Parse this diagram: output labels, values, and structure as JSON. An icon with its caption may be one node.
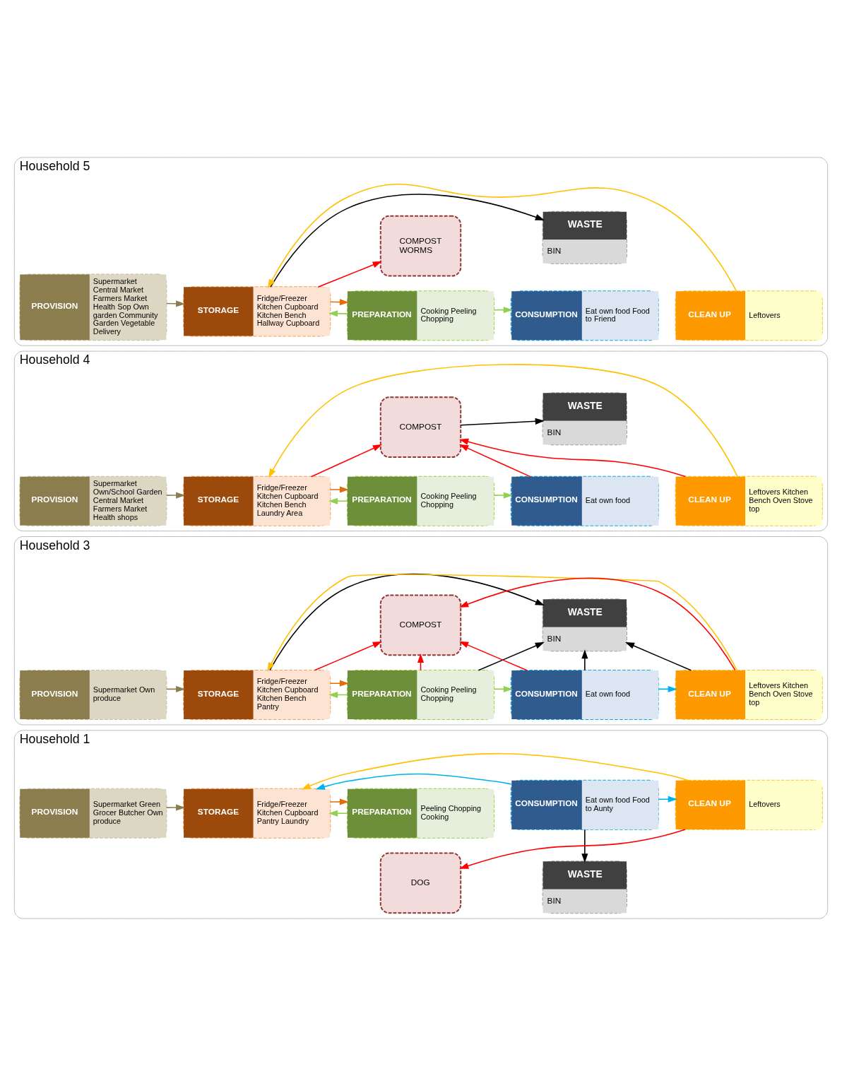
{
  "diagram": {
    "nodes": [
      {
        "text": [
          "Household 1"
        ]
      },
      {
        "text": [
          "PROVISION",
          "Supermarket Green Grocer Butcher Own produce"
        ],
        "in": 0
      },
      {
        "text": [
          "STORAGE",
          "Fridge/Freezer Kitchen Cupboard Pantry Laundry"
        ],
        "in": 0
      },
      {
        "text": [
          "PREPARATION",
          "Peeling Chopping Cooking"
        ],
        "in": 0
      },
      {
        "text": [
          "CONSUMPTION",
          "Eat own food Food to Aunty"
        ],
        "in": 0
      },
      {
        "text": [
          "CLEAN UP",
          "Leftovers"
        ],
        "in": 0
      },
      {
        "text": [
          "DOG"
        ],
        "in": 0
      },
      {
        "text": [
          "WASTE",
          "BIN"
        ],
        "in": 0
      },
      {
        "text": [
          "Household 3"
        ]
      },
      {
        "text": [
          "PROVISION",
          "Supermarket Own produce"
        ],
        "in": 8
      },
      {
        "text": [
          "STORAGE",
          "Fridge/Freezer Kitchen Cupboard Kitchen Bench Pantry"
        ],
        "in": 8
      },
      {
        "text": [
          "PREPARATION",
          "Cooking Peeling Chopping"
        ],
        "in": 8
      },
      {
        "text": [
          "CONSUMPTION",
          "Eat own food"
        ],
        "in": 8
      },
      {
        "text": [
          "CLEAN UP",
          "Leftovers Kitchen Bench Oven Stove top"
        ],
        "in": 8
      },
      {
        "text": [
          "COMPOST"
        ],
        "in": 8
      },
      {
        "text": [
          "WASTE",
          "BIN"
        ],
        "in": 8
      },
      {
        "text": [
          "Household 4"
        ]
      },
      {
        "text": [
          "PROVISION",
          "Supermarket Own/School Garden Central Market Farmers Market Health shops"
        ],
        "in": 16
      },
      {
        "text": [
          "STORAGE",
          "Fridge/Freezer Kitchen Cupboard Kitchen Bench Laundry Area"
        ],
        "in": 16
      },
      {
        "text": [
          "PREPARATION",
          "Cooking Peeling Chopping"
        ],
        "in": 16
      },
      {
        "text": [
          "CONSUMPTION",
          "Eat own food"
        ],
        "in": 16
      },
      {
        "text": [
          "CLEAN UP",
          "Leftovers Kitchen Bench Oven Stove top"
        ],
        "in": 16
      },
      {
        "text": [
          "COMPOST"
        ],
        "in": 16
      },
      {
        "text": [
          "WASTE",
          "BIN"
        ],
        "in": 16
      },
      {
        "text": [
          "Household 5"
        ]
      },
      {
        "text": [
          "PROVISION",
          "Supermarket Central Market Farmers Market Health Sop Own garden Community Garden Vegetable Delivery"
        ],
        "in": 24
      },
      {
        "text": [
          "STORAGE",
          "Fridge/Freezer Kitchen Cupboard Kitchen Bench Hallway Cupboard"
        ],
        "in": 24
      },
      {
        "text": [
          "PREPARATION",
          "Cooking Peeling Chopping"
        ],
        "in": 24
      },
      {
        "text": [
          "CONSUMPTION",
          "Eat own food Food to Friend"
        ],
        "in": 24
      },
      {
        "text": [
          "CLEAN UP",
          "Leftovers"
        ],
        "in": 24
      },
      {
        "text": [
          "COMPOST WORMS"
        ],
        "in": 24
      },
      {
        "text": [
          "WASTE",
          "BIN"
        ],
        "in": 24
      }
    ],
    "edges": [
      {
        "from": 1,
        "to": 2,
        "arrow": "to",
        "color": "#8b7d4e"
      },
      {
        "from": 3,
        "to": 2,
        "arrow": "to",
        "color": "#92d050"
      },
      {
        "from": 5,
        "to": 2,
        "arrow": "to",
        "color": "#ffc000"
      },
      {
        "from": 2,
        "to": 3,
        "arrow": "to",
        "color": "#e36c0a"
      },
      {
        "from": 4,
        "to": 2,
        "arrow": "to",
        "color": "#00b0f0"
      },
      {
        "from": 4,
        "to": 5,
        "arrow": "to",
        "color": "#00b0f0"
      },
      {
        "from": 4,
        "to": 7,
        "arrow": "to",
        "color": "#000000"
      },
      {
        "from": 5,
        "to": 6,
        "arrow": "to",
        "color": "#ff0000"
      },
      {
        "from": 9,
        "to": 10,
        "arrow": "to",
        "color": "#8b7d4e"
      },
      {
        "from": 13,
        "to": 10,
        "arrow": "to",
        "color": "#ffc000"
      },
      {
        "from": 11,
        "to": 10,
        "arrow": "to",
        "color": "#92d050"
      },
      {
        "from": 10,
        "to": 11,
        "arrow": "to",
        "color": "#e36c0a"
      },
      {
        "from": 11,
        "to": 12,
        "arrow": "to",
        "color": "#92d050"
      },
      {
        "from": 12,
        "to": 13,
        "arrow": "to",
        "color": "#00b0f0"
      },
      {
        "from": 10,
        "to": 14,
        "arrow": "to",
        "color": "#ff0000"
      },
      {
        "from": 10,
        "to": 15,
        "arrow": "to",
        "color": "#000000"
      },
      {
        "from": 11,
        "to": 14,
        "arrow": "to",
        "color": "#ff0000"
      },
      {
        "from": 11,
        "to": 15,
        "arrow": "to",
        "color": "#000000"
      },
      {
        "from": 12,
        "to": 14,
        "arrow": "to",
        "color": "#ff0000"
      },
      {
        "from": 12,
        "to": 15,
        "arrow": "to",
        "color": "#000000"
      },
      {
        "from": 13,
        "to": 14,
        "arrow": "to",
        "color": "#ff0000"
      },
      {
        "from": 13,
        "to": 15,
        "arrow": "to",
        "color": "#000000"
      },
      {
        "from": 17,
        "to": 18,
        "arrow": "to",
        "color": "#8b7d4e"
      },
      {
        "from": 21,
        "to": 18,
        "arrow": "to",
        "color": "#ffc000"
      },
      {
        "from": 19,
        "to": 18,
        "arrow": "to",
        "color": "#92d050"
      },
      {
        "from": 18,
        "to": 19,
        "arrow": "to",
        "color": "#e36c0a"
      },
      {
        "from": 19,
        "to": 20,
        "arrow": "to",
        "color": "#92d050"
      },
      {
        "from": 18,
        "to": 22,
        "arrow": "to",
        "color": "#ff0000"
      },
      {
        "from": 20,
        "to": 22,
        "arrow": "to",
        "color": "#ff0000"
      },
      {
        "from": 21,
        "to": 22,
        "arrow": "to",
        "color": "#ff0000"
      },
      {
        "from": 22,
        "to": 23,
        "arrow": "to",
        "color": "#000000"
      },
      {
        "from": 25,
        "to": 26,
        "arrow": "to",
        "color": "#8b7d4e"
      },
      {
        "from": 27,
        "to": 26,
        "arrow": "to",
        "color": "#92d050"
      },
      {
        "from": 29,
        "to": 26,
        "arrow": "to",
        "color": "#ffc000"
      },
      {
        "from": 26,
        "to": 27,
        "arrow": "to",
        "color": "#e36c0a"
      },
      {
        "from": 27,
        "to": 28,
        "arrow": "to",
        "color": "#92d050"
      },
      {
        "from": 26,
        "to": 30,
        "arrow": "to",
        "color": "#ff0000"
      },
      {
        "from": 26,
        "to": 31,
        "arrow": "to",
        "color": "#000000"
      }
    ]
  }
}
